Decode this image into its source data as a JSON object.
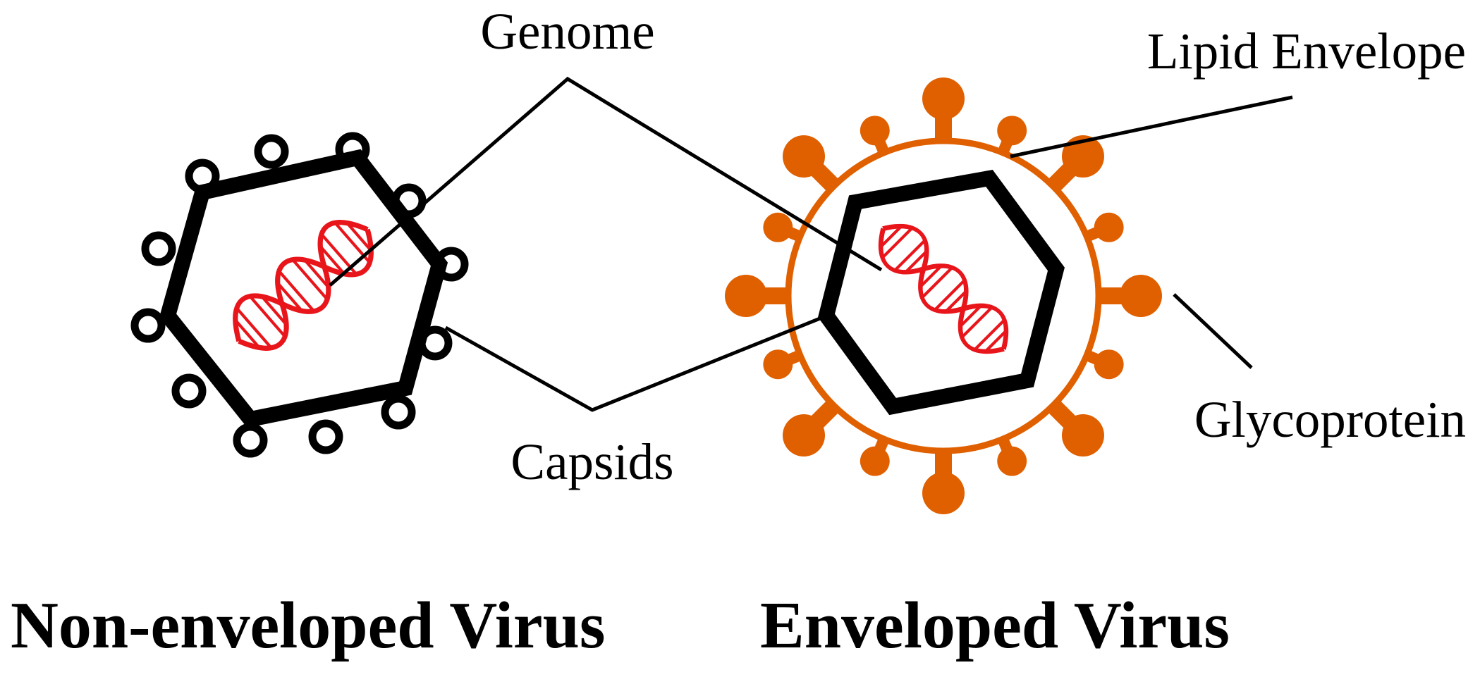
{
  "labels": {
    "genome": "Genome",
    "lipid_envelope": "Lipid Envelope",
    "capsids": "Capsids",
    "glycoprotein": "Glycoprotein"
  },
  "titles": {
    "non_enveloped": "Non-enveloped Virus",
    "enveloped": "Enveloped Virus"
  },
  "colors": {
    "capsid": "#000000",
    "genome": "#e8151b",
    "envelope": "#e06000",
    "leader_line": "#000000"
  }
}
